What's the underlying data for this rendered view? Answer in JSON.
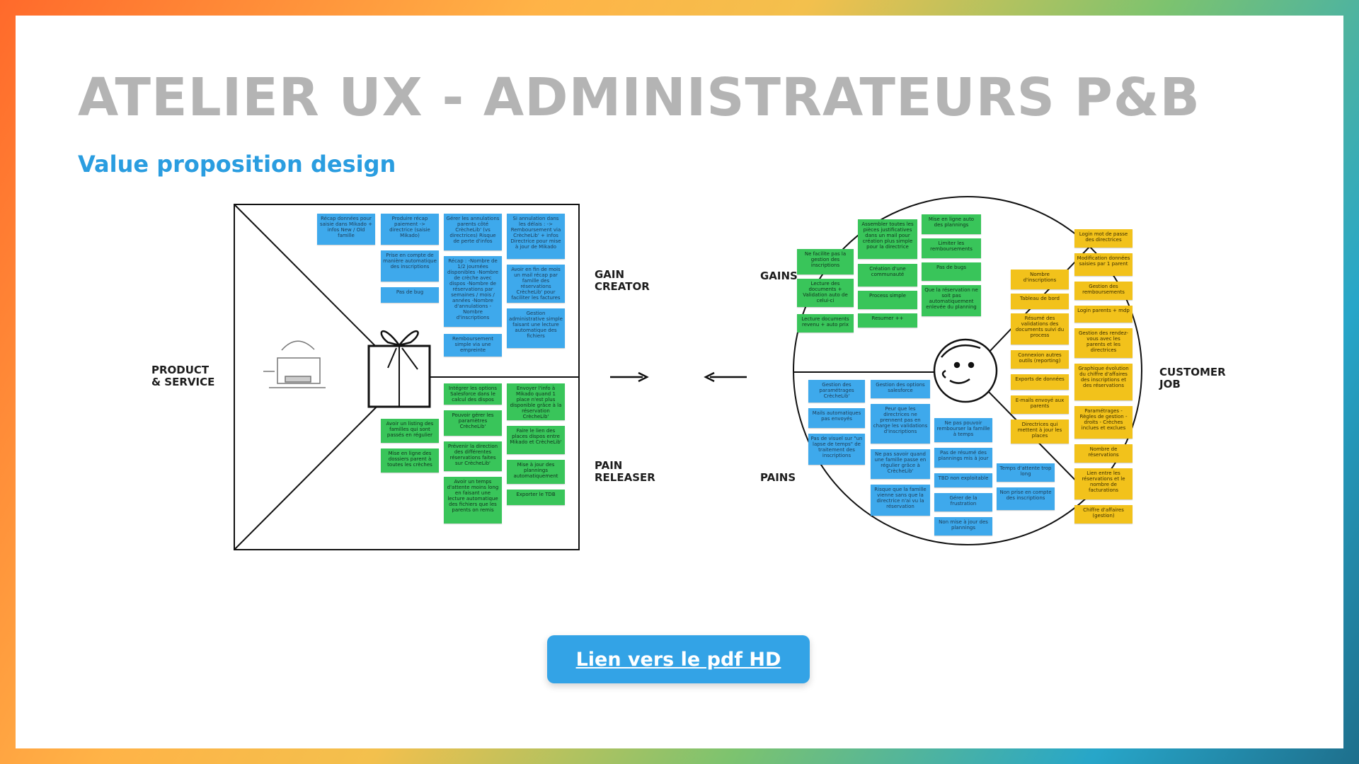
{
  "header": {
    "title": "ATELIER UX - ADMINISTRATEURS P&B",
    "subtitle": "Value proposition design"
  },
  "colors": {
    "title": "#b4b4b4",
    "subtitle": "#2a9de0",
    "button": "#33a3e6",
    "note_blue": "#3ea9ec",
    "note_green": "#39c55a",
    "note_yellow": "#f2c21b"
  },
  "labels": {
    "product_service": [
      "PRODUCT",
      "& SERVICE"
    ],
    "gain_creator": [
      "GAIN",
      "CREATOR"
    ],
    "pain_releaser": [
      "PAIN",
      "RELEASER"
    ],
    "gains": "GAINS",
    "pains": "PAINS",
    "customer_job": [
      "CUSTOMER",
      "JOB"
    ]
  },
  "icons": {
    "left_square": "gift-icon",
    "left_product": "laptop-icon",
    "right_circle": "face-icon",
    "arrows": [
      "arrow-right-icon",
      "arrow-left-icon"
    ]
  },
  "gain_creator_notes": [
    "Récap données pour saisie dans Mikado + infos New / Old famille",
    "Produire récap paiement -> directrice (saisie Mikado)",
    "Gérer les annulations parents côté CrècheLib' (vs directrices) Risque de perte d'infos",
    "Si annulation dans les délais : -> Remboursement via CrècheLib' + infos Directrice pour mise à jour de Mikado",
    "Prise en compte de manière automatique des inscriptions",
    "Récap : -Nombre de 1/2 journées disponibles -Nombre de crèche avec dispos -Nombre de réservations par semaines / mois / années -Nombre d'annulations - Nombre d'inscriptions",
    "Avoir en fin de mois un mail récap par famille des réservations CrècheLib' pour faciliter les factures",
    "Pas de bug",
    "Gestion administrative simple faisant une lecture automatique des fichiers",
    "Remboursement simple via une empreinte"
  ],
  "pain_releaser_notes": [
    "Intégrer les options Salesforce dans le calcul des dispos",
    "Envoyer l'info à Mikado quand 1 place n'est plus disponible grâce à la réservation CrècheLib'",
    "Pouvoir gérer les paramètres CrècheLib'",
    "Avoir un listing des familles qui sont passés en régulier",
    "Faire le lien des places dispos entre Mikado et CrècheLib'",
    "Prévenir la direction des différentes réservations faites sur CrècheLib'",
    "Mise en ligne des dossiers parent à toutes les crèches",
    "Mise à jour des plannings automatiquement",
    "Avoir un temps d'attente moins long en faisant une lecture automatique des fichiers que les parents on remis",
    "Exporter le TDB"
  ],
  "gains_notes": [
    "Assembler toutes les pièces justificatives dans un mail pour création plus simple pour la directrice",
    "Mise en ligne auto des plannings",
    "Ne facilite pas la gestion des inscriptions",
    "Limiter les remboursements",
    "Création d'une communauté",
    "Pas de bugs",
    "Lecture des documents + Validation auto de celui-ci",
    "Process simple",
    "Que la réservation ne soit pas automatiquement enlevée du planning",
    "Lecture documents revenu + auto prix",
    "Resumer ++"
  ],
  "pains_notes": [
    "Gestion des paramétrages CrècheLib'",
    "Gestion des options salesforce",
    "Mails automatiques pas envoyés",
    "Peur que les directrices ne prennent pas en charge les validations d'inscriptions",
    "Ne pas pouvoir rembourser la famille à temps",
    "Pas de visuel sur \"un lapse de temps\" de traitement des inscriptions",
    "Ne pas savoir quand une famille passe en régulier grâce à CrècheLib'",
    "Pas de résumé des plannings mis à jour",
    "Temps d'attente trop long",
    "TBD non exploitable",
    "Risque que la famille vienne sans que la directrice n'ai vu la réservation",
    "Gérer de la frustration",
    "Non prise en compte des inscriptions",
    "Non mise à jour des plannings"
  ],
  "job_notes": [
    "Login mot de passe des directrices",
    "Modification données saisies par 1 parent",
    "Nombre d'inscriptions",
    "Gestion des remboursements",
    "Tableau de bord",
    "Login parents + mdp",
    "Résumé des validations des documents suivi du process",
    "Gestion des rendez-vous avec les parents et les directrices",
    "Connexion autres outils (reporting)",
    "Graphique évolution du chiffre d'affaires des inscriptions et des réservations",
    "Exports de données",
    "E-mails envoyé aux parents",
    "Paramétrages - Règles de gestion - droits - Crèches inclues et exclues",
    "Directrices qui mettent à jour les places",
    "Nombre de réservations",
    "Lien entre les réservations et le nombre de facturations",
    "Chiffre d'affaires (gestion)"
  ],
  "button": {
    "label": "Lien vers le pdf HD"
  }
}
